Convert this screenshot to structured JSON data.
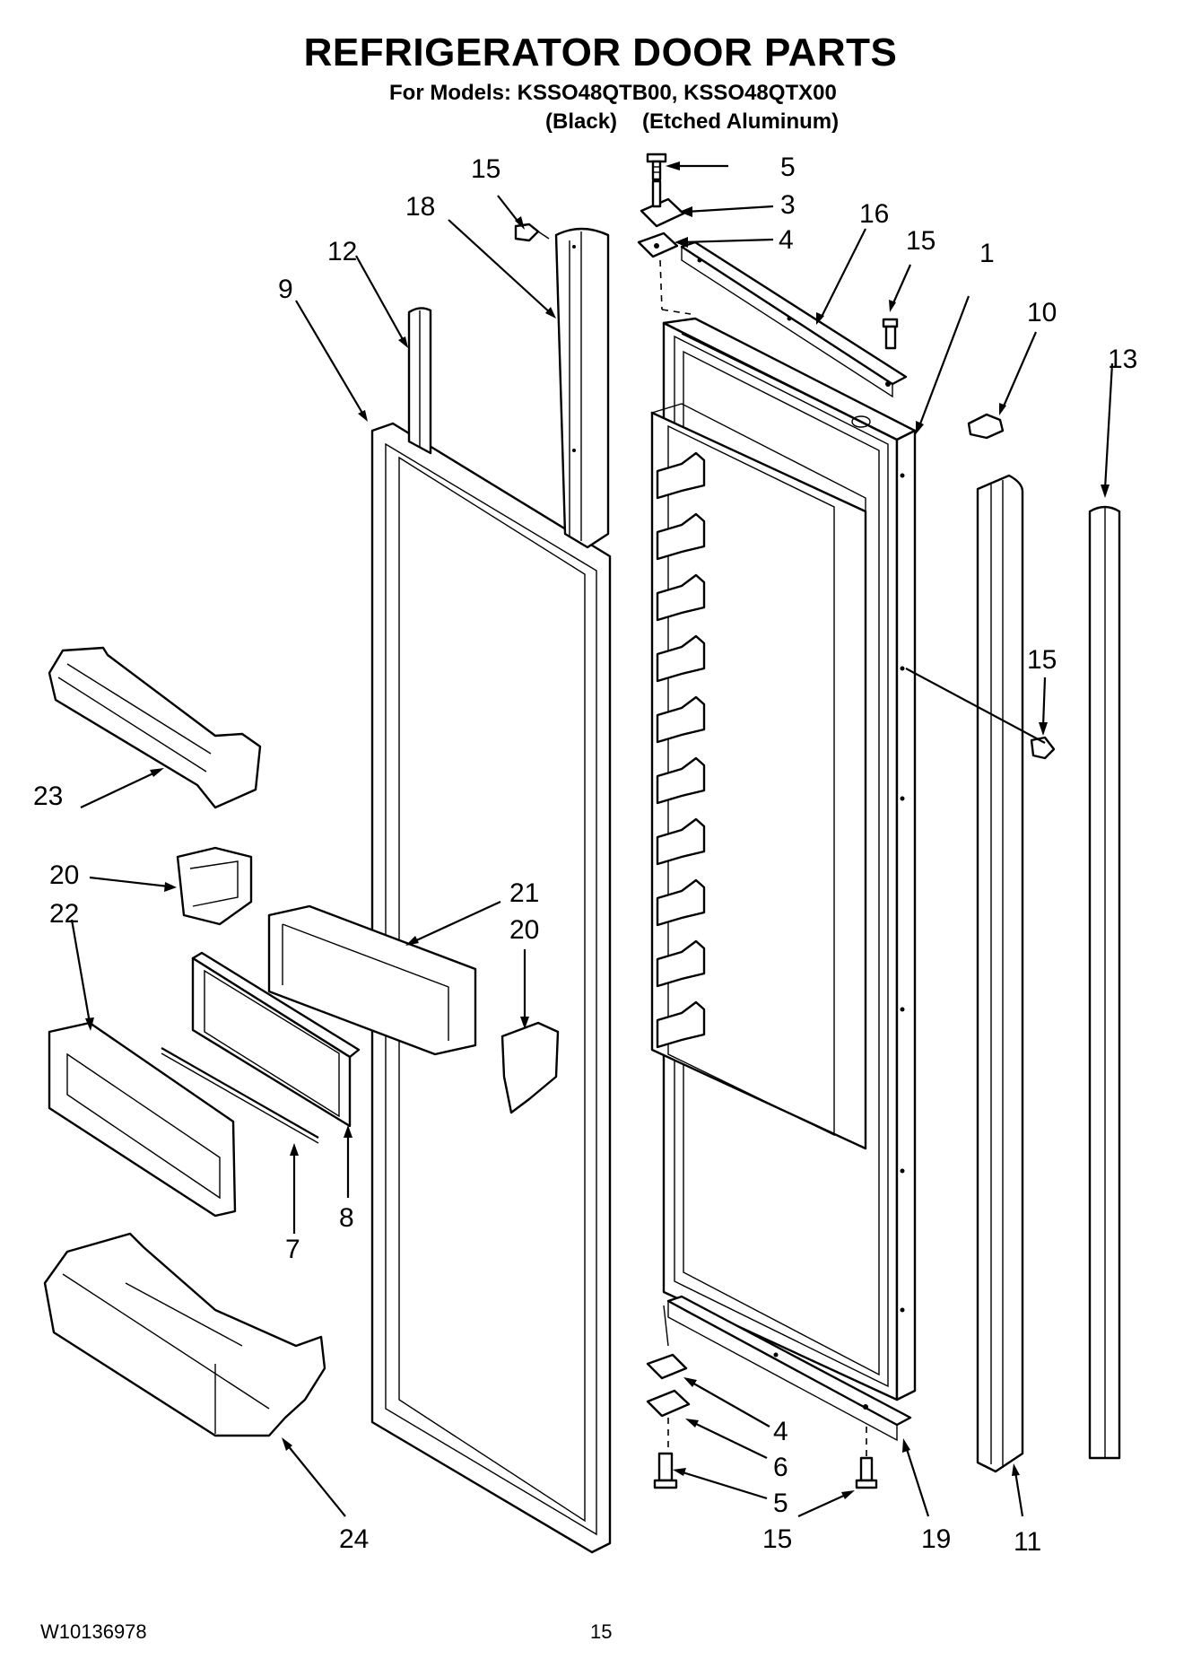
{
  "title": "REFRIGERATOR DOOR PARTS",
  "models_line": "For Models: KSSO48QTB00, KSSO48QTX00",
  "variants": {
    "black": "(Black)",
    "etched": "(Etched Aluminum)"
  },
  "callouts": {
    "c5_top": "5",
    "c3": "3",
    "c4_top": "4",
    "c15_tl": "15",
    "c18": "18",
    "c16": "16",
    "c15_tr": "15",
    "c12": "12",
    "c9": "9",
    "c1": "1",
    "c10": "10",
    "c13": "13",
    "c15_mid": "15",
    "c23": "23",
    "c20_l": "20",
    "c22": "22",
    "c21": "21",
    "c20_r": "20",
    "c8": "8",
    "c7": "7",
    "c4_bot": "4",
    "c6": "6",
    "c5_bot": "5",
    "c15_bot": "15",
    "c24": "24",
    "c19": "19",
    "c11": "11"
  },
  "footer": {
    "doc_number": "W10136978",
    "page_number": "15"
  }
}
